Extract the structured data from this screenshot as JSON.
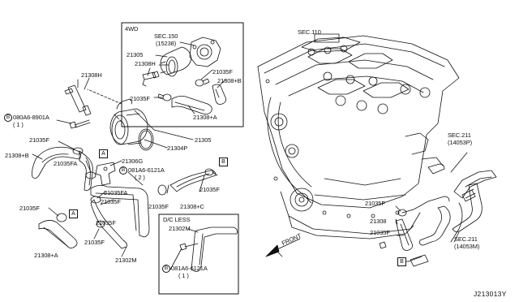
{
  "labels": {
    "wd4": "4WD",
    "sec150": "SEC.150",
    "sec150_sub": "(15238)",
    "p21305_inset": "21305",
    "p21308h_inset": "21308H",
    "p21035f_inset_r": "21035F",
    "p21308b_inset": "21308+B",
    "p21035f_inset_l": "21035F",
    "p21308a_inset": "21308+A",
    "p21304p": "21304P",
    "p21305": "21305",
    "sec110": "SEC.110",
    "p21308h": "21308H",
    "bolt1": "080A6-8901A",
    "bolt1_qty": "( 1 )",
    "p21035f_1": "21035F",
    "p21308b": "21308+B",
    "p21035fa_1": "21035FA",
    "p21306g": "21306G",
    "bolt2": "081A6-6121A",
    "bolt2_qty": "( 2 )",
    "p21035fa_2": "21035FA",
    "p21035f_2": "21035F",
    "p21035f_3": "21035F",
    "p21035f_4": "21035F",
    "p21035f_5": "21035F",
    "p21308c": "21308+C",
    "p21035f_6": "21035F",
    "p21308a": "21308+A",
    "p21035f_7": "21035F",
    "p21302m": "21302M",
    "dc_less": "D/C LESS",
    "p21302m_dc": "21302M",
    "bolt3": "081A6-6121A",
    "bolt3_qty": "( 1 )",
    "front": "FRONT",
    "sec211_a": "SEC.211",
    "sec211_a_sub": "(14053P)",
    "p21035f_8": "21035F",
    "p21308": "21308",
    "p21035f_9": "21035F",
    "sec211_b": "SEC.211",
    "sec211_b_sub": "(14053M)",
    "code": "J213013Y"
  },
  "markers": {
    "ref_a": "A",
    "ref_b": "B",
    "bolt_symbol": "B"
  }
}
